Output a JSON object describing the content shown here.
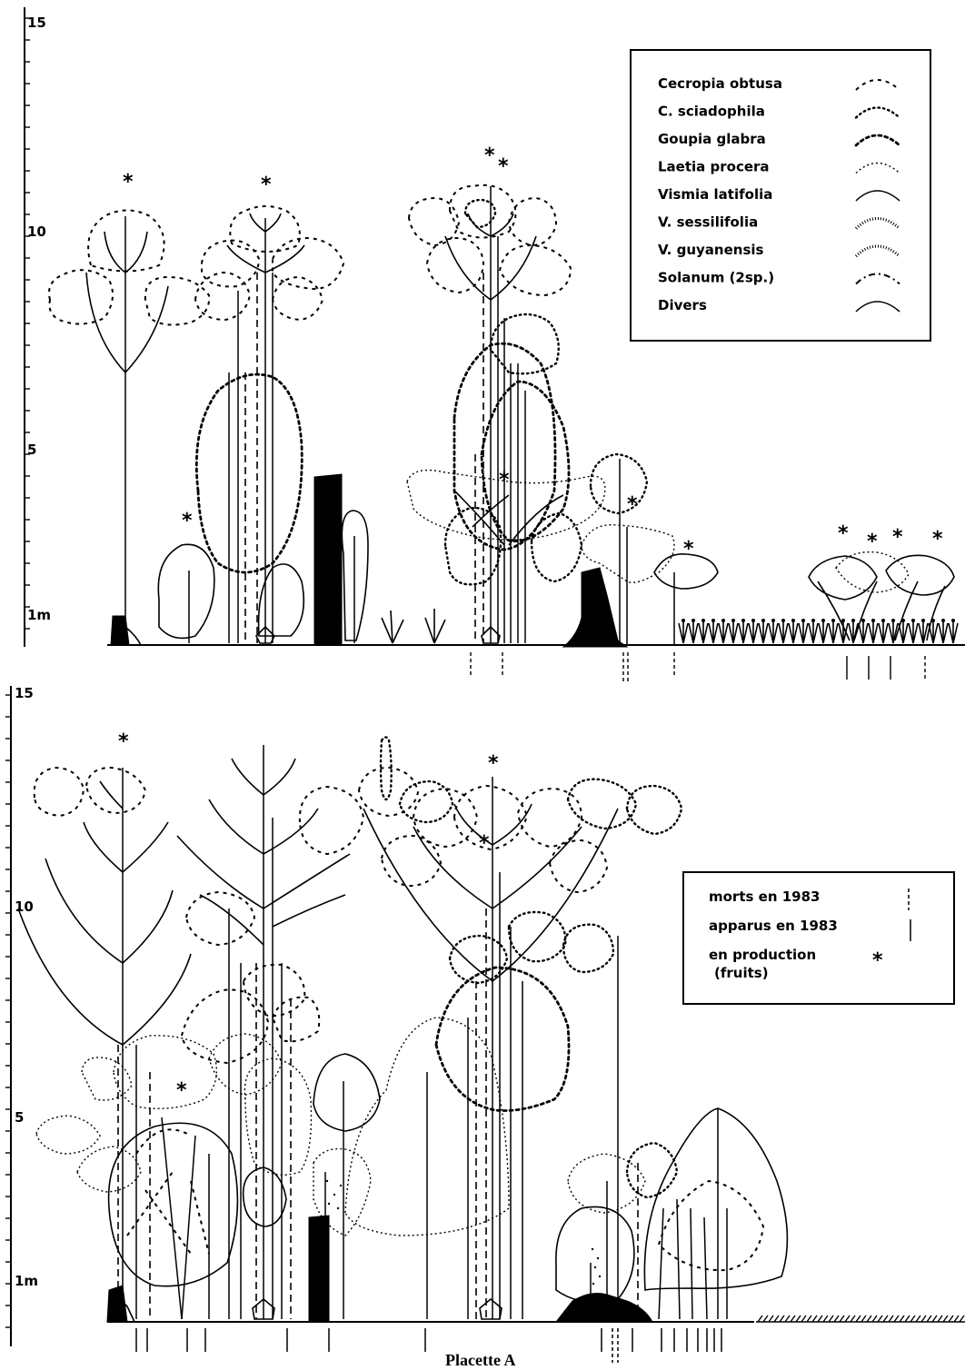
{
  "figure": {
    "caption": "Placette A",
    "axis_top": {
      "ticks": [
        "15",
        "10",
        "5",
        "1m"
      ]
    },
    "axis_bottom": {
      "ticks": [
        "15",
        "10",
        "5",
        "1m"
      ]
    }
  },
  "legend_species": {
    "items": [
      {
        "label": "Cecropia obtusa",
        "style": "cro-dash"
      },
      {
        "label": "C. sciadophila",
        "style": "cro-dot"
      },
      {
        "label": "Goupia glabra",
        "style": "cro-heavy"
      },
      {
        "label": "Laetia procera",
        "style": "cro-fine"
      },
      {
        "label": "Vismia latifolia",
        "style": "cro-solid"
      },
      {
        "label": "V. sessilifolia",
        "style": "cro-double"
      },
      {
        "label": "V. guyanensis",
        "style": "cro-double"
      },
      {
        "label": "Solanum (2sp.)",
        "style": "cro-dashdot"
      },
      {
        "label": "Divers",
        "style": "cro-solid"
      }
    ]
  },
  "legend_status": {
    "items": [
      {
        "label": "morts en 1983",
        "symbol": "dashed-tick"
      },
      {
        "label": "apparus en 1983",
        "symbol": "solid-tick"
      },
      {
        "label": "en production",
        "sublabel": "(fruits)",
        "symbol": "asterisk"
      }
    ]
  },
  "marker": {
    "fruit_symbol": "*"
  }
}
